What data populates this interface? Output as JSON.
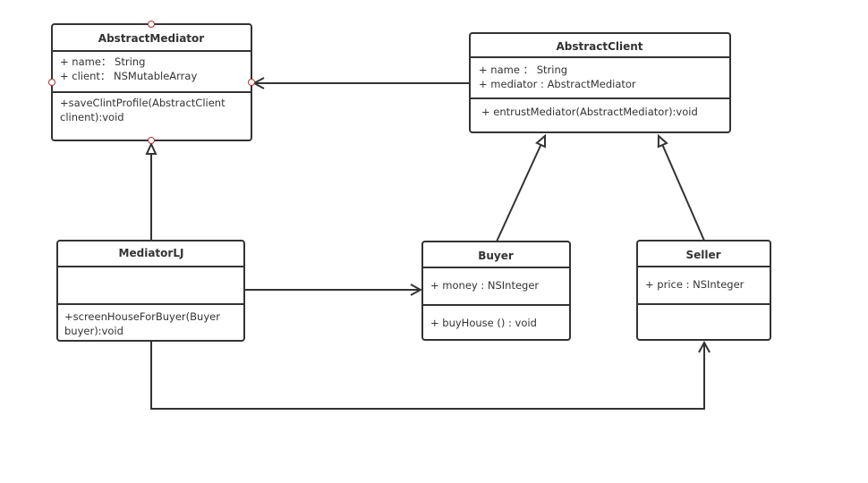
{
  "classes": {
    "abstract_mediator": {
      "name": "AbstractMediator",
      "attributes": [
        "+ name： String",
        "+ client： NSMutableArray"
      ],
      "methods": [
        "+saveClintProfile(AbstractClient",
        "clinent):void"
      ]
    },
    "abstract_client": {
      "name": "AbstractClient",
      "attributes": [
        "+ name ： String",
        "+ mediator : AbstractMediator"
      ],
      "methods": [
        "+ entrustMediator(AbstractMediator):void"
      ]
    },
    "mediator_lj": {
      "name": "MediatorLJ",
      "attributes": [],
      "methods": [
        "+screenHouseForBuyer(Buyer",
        "buyer):void"
      ]
    },
    "buyer": {
      "name": "Buyer",
      "attributes": [
        "+ money : NSInteger"
      ],
      "methods": [
        "+ buyHouse () : void"
      ]
    },
    "seller": {
      "name": "Seller",
      "attributes": [
        "+ price : NSInteger"
      ],
      "methods": []
    }
  },
  "relations": [
    {
      "from": "AbstractClient",
      "to": "AbstractMediator",
      "type": "association"
    },
    {
      "from": "MediatorLJ",
      "to": "AbstractMediator",
      "type": "generalization"
    },
    {
      "from": "Buyer",
      "to": "AbstractClient",
      "type": "generalization"
    },
    {
      "from": "Seller",
      "to": "AbstractClient",
      "type": "generalization"
    },
    {
      "from": "MediatorLJ",
      "to": "Buyer",
      "type": "association"
    },
    {
      "from": "MediatorLJ",
      "to": "Seller",
      "type": "association"
    }
  ]
}
